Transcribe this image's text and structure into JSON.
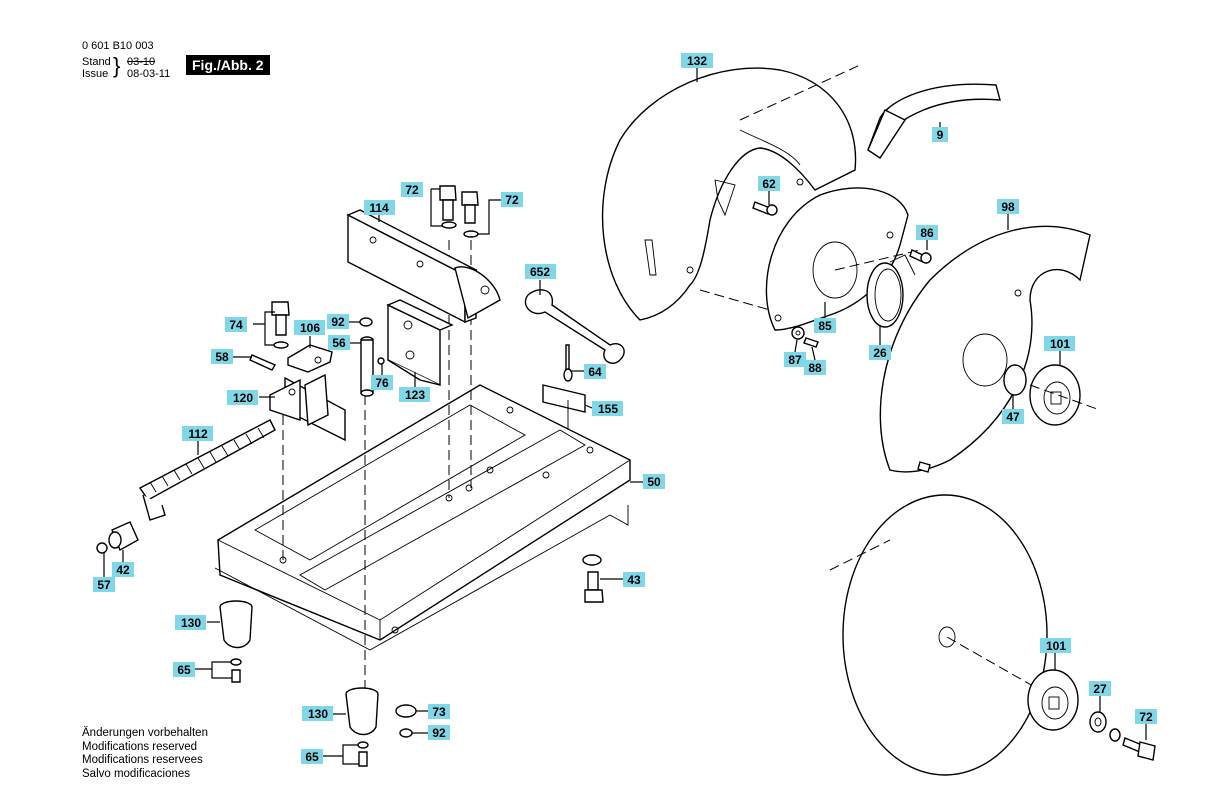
{
  "header": {
    "part_number": "0 601 B10 003",
    "stand_label": "Stand",
    "issue_label": "Issue",
    "stand_date": "03-10",
    "issue_date": "08-03-11",
    "figure_label": "Fig./Abb. 2"
  },
  "notes": [
    "Änderungen vorbehalten",
    "Modifications reserved",
    "Modifications reservees",
    "Salvo modificaciones"
  ],
  "colors": {
    "label_fill": "#7fd7e8",
    "line": "#000000"
  },
  "callouts": [
    {
      "id": "132",
      "label": "132"
    },
    {
      "id": "9",
      "label": "9"
    },
    {
      "id": "62",
      "label": "62"
    },
    {
      "id": "86",
      "label": "86"
    },
    {
      "id": "98",
      "label": "98"
    },
    {
      "id": "72a",
      "label": "72"
    },
    {
      "id": "72b",
      "label": "72"
    },
    {
      "id": "114",
      "label": "114"
    },
    {
      "id": "652",
      "label": "652"
    },
    {
      "id": "74",
      "label": "74"
    },
    {
      "id": "106",
      "label": "106"
    },
    {
      "id": "92a",
      "label": "92"
    },
    {
      "id": "56",
      "label": "56"
    },
    {
      "id": "58",
      "label": "58"
    },
    {
      "id": "76",
      "label": "76"
    },
    {
      "id": "123",
      "label": "123"
    },
    {
      "id": "120",
      "label": "120"
    },
    {
      "id": "85",
      "label": "85"
    },
    {
      "id": "26",
      "label": "26"
    },
    {
      "id": "87",
      "label": "87"
    },
    {
      "id": "88",
      "label": "88"
    },
    {
      "id": "64",
      "label": "64"
    },
    {
      "id": "155",
      "label": "155"
    },
    {
      "id": "101a",
      "label": "101"
    },
    {
      "id": "47",
      "label": "47"
    },
    {
      "id": "112",
      "label": "112"
    },
    {
      "id": "50",
      "label": "50"
    },
    {
      "id": "57",
      "label": "57"
    },
    {
      "id": "42",
      "label": "42"
    },
    {
      "id": "43",
      "label": "43"
    },
    {
      "id": "130a",
      "label": "130"
    },
    {
      "id": "65a",
      "label": "65"
    },
    {
      "id": "130b",
      "label": "130"
    },
    {
      "id": "73",
      "label": "73"
    },
    {
      "id": "92b",
      "label": "92"
    },
    {
      "id": "65b",
      "label": "65"
    },
    {
      "id": "101b",
      "label": "101"
    },
    {
      "id": "27",
      "label": "27"
    },
    {
      "id": "72c",
      "label": "72"
    }
  ]
}
